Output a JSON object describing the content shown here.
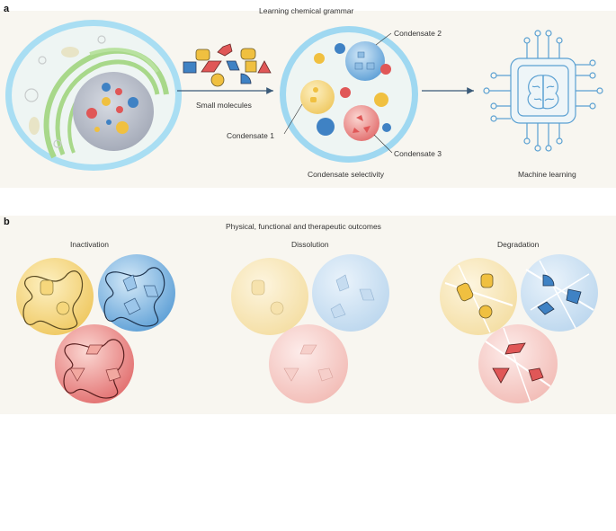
{
  "panel_a": {
    "label": "a",
    "title": "Learning chemical grammar",
    "small_molecules": "Small molecules",
    "condensate_1": "Condensate 1",
    "condensate_2": "Condensate 2",
    "condensate_3": "Condensate 3",
    "condensate_selectivity": "Condensate selectivity",
    "machine_learning": "Machine learning"
  },
  "panel_b": {
    "label": "b",
    "title": "Physical, functional and therapeutic outcomes",
    "inactivation": "Inactivation",
    "dissolution": "Dissolution",
    "degradation": "Degradation"
  },
  "colors": {
    "background": "#f8f6f0",
    "yellow": "#f3d27a",
    "blue": "#7fb6e2",
    "red": "#ea8f8f",
    "cell_membrane": "#8ed3ef",
    "er_green": "#a8d88a",
    "nucleus": "#b7bcc8",
    "chip_blue": "#5aa0d2"
  },
  "icons": [
    "cell-icon",
    "condensate-icon",
    "brain-chip-icon",
    "arrow-icon",
    "molecule-icon"
  ]
}
